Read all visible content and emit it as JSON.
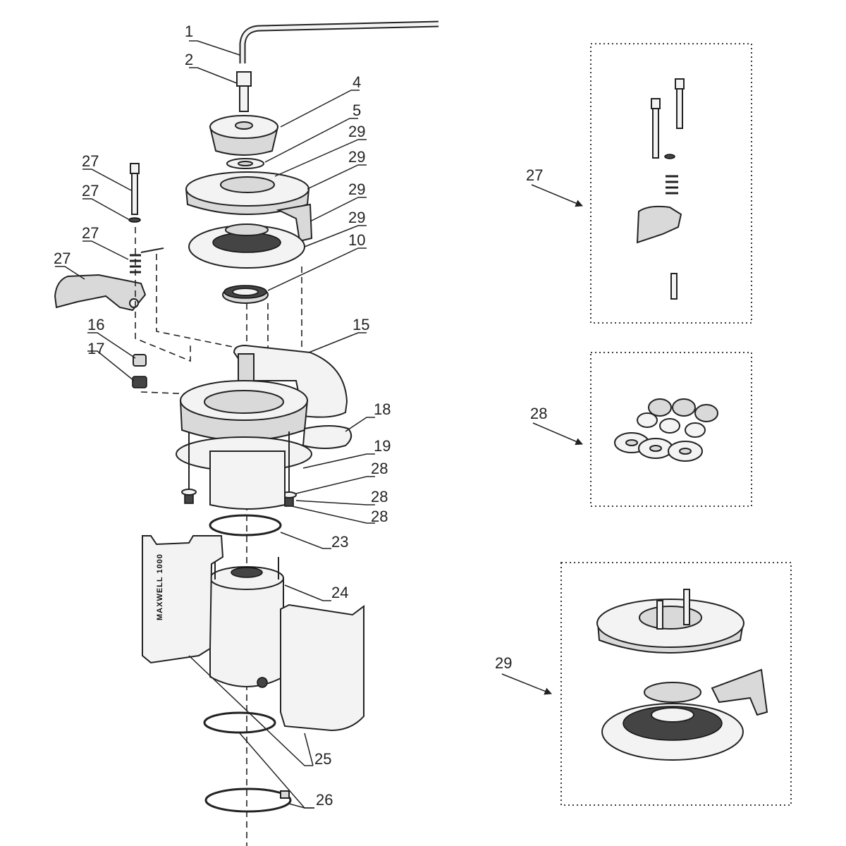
{
  "diagram": {
    "title": "Windlass exploded parts diagram",
    "brand_text": "MAXWELL 1000",
    "callouts": {
      "c1": "1",
      "c2": "2",
      "c4": "4",
      "c5": "5",
      "c29a": "29",
      "c29b": "29",
      "c29c": "29",
      "c29d": "29",
      "c10": "10",
      "c27a": "27",
      "c27b": "27",
      "c27c": "27",
      "c27d": "27",
      "c15": "15",
      "c16": "16",
      "c17": "17",
      "c18": "18",
      "c19": "19",
      "c28a": "28",
      "c28b": "28",
      "c28c": "28",
      "c23": "23",
      "c24": "24",
      "c25": "25",
      "c26": "26"
    },
    "detail_callouts": {
      "d27": "27",
      "d28": "28",
      "d29": "29"
    }
  }
}
